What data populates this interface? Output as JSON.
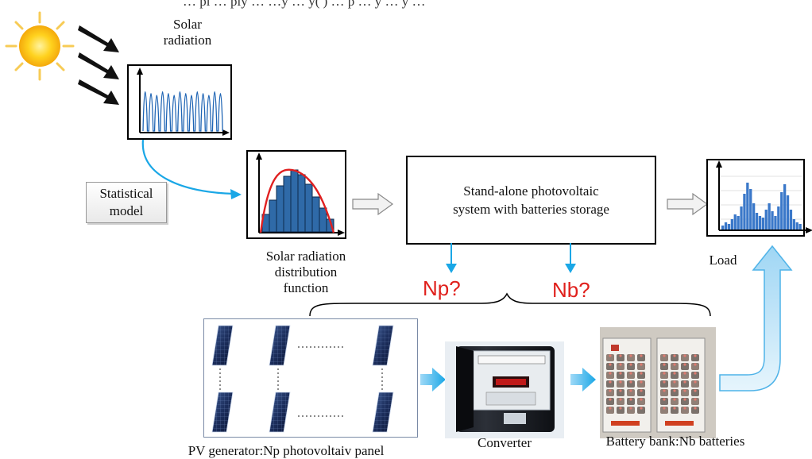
{
  "header_text": "… pl … ply … …y … y( ) … p … y … y …",
  "labels": {
    "solar_radiation": [
      "Solar",
      "radiation"
    ],
    "statistical_model": [
      "Statistical",
      "model"
    ],
    "distribution_function": [
      "Solar radiation",
      "distribution",
      "function"
    ],
    "system": [
      "Stand-alone photovoltaic",
      "system with batteries storage"
    ],
    "load": "Load",
    "np": "Np?",
    "nb": "Nb?",
    "pv_generator": "PV generator:Np photovoltaiv panel",
    "converter": "Converter",
    "battery_bank": "Battery bank:Nb batteries"
  },
  "colors": {
    "arrow_blue": "#1aa7e6",
    "question_red": "#e0201c",
    "histogram_bar": "#2f6aa8",
    "fit_curve": "#e02020",
    "load_bar": "#3a78c9",
    "big_arrow": "#bfe6fb"
  },
  "icons": [
    "sun-icon",
    "radiation-arrow-icon",
    "solar-panel-icon",
    "converter-device-image",
    "battery-bank-image"
  ]
}
